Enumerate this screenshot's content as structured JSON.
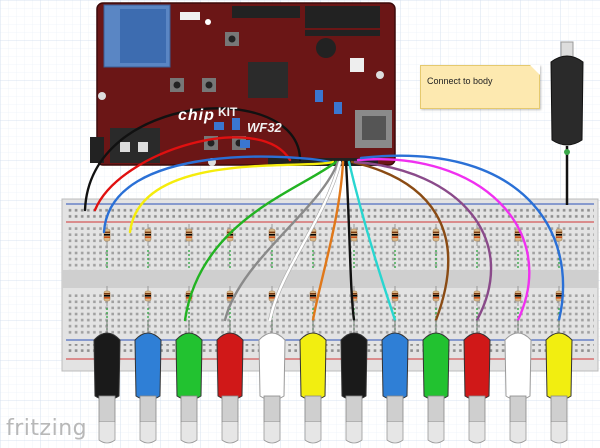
{
  "app": {
    "brand": "fritzing"
  },
  "board": {
    "logo_text": "chip",
    "logo_kit": "KIT",
    "model": "WF32"
  },
  "note": {
    "text": "Connect to body"
  },
  "colors": {
    "board": "#6b1616",
    "breadboard": "#e3e3e3",
    "grid": "#dde7f2",
    "note": "#fde9b0"
  },
  "clips": [
    {
      "color": "#1a1a1a",
      "icon": "alligator-clip-icon"
    },
    {
      "color": "#2f7fd6",
      "icon": "alligator-clip-icon"
    },
    {
      "color": "#22c230",
      "icon": "alligator-clip-icon"
    },
    {
      "color": "#d01818",
      "icon": "alligator-clip-icon"
    },
    {
      "color": "#ffffff",
      "icon": "alligator-clip-icon"
    },
    {
      "color": "#f2ee10",
      "icon": "alligator-clip-icon"
    },
    {
      "color": "#1a1a1a",
      "icon": "alligator-clip-icon"
    },
    {
      "color": "#2f7fd6",
      "icon": "alligator-clip-icon"
    },
    {
      "color": "#22c230",
      "icon": "alligator-clip-icon"
    },
    {
      "color": "#d01818",
      "icon": "alligator-clip-icon"
    },
    {
      "color": "#ffffff",
      "icon": "alligator-clip-icon"
    },
    {
      "color": "#f2ee10",
      "icon": "alligator-clip-icon"
    }
  ],
  "wires": [
    {
      "color": "#e01010"
    },
    {
      "color": "#111111"
    },
    {
      "color": "#2a70d6"
    },
    {
      "color": "#f5ec0c"
    },
    {
      "color": "#22b322"
    },
    {
      "color": "#8a8a8a"
    },
    {
      "color": "#ffffff"
    },
    {
      "color": "#e0781a"
    },
    {
      "color": "#111111"
    },
    {
      "color": "#29d6d0"
    },
    {
      "color": "#8a4b14"
    },
    {
      "color": "#8a4a8a"
    },
    {
      "color": "#f030f0"
    },
    {
      "color": "#2a70d6"
    }
  ]
}
